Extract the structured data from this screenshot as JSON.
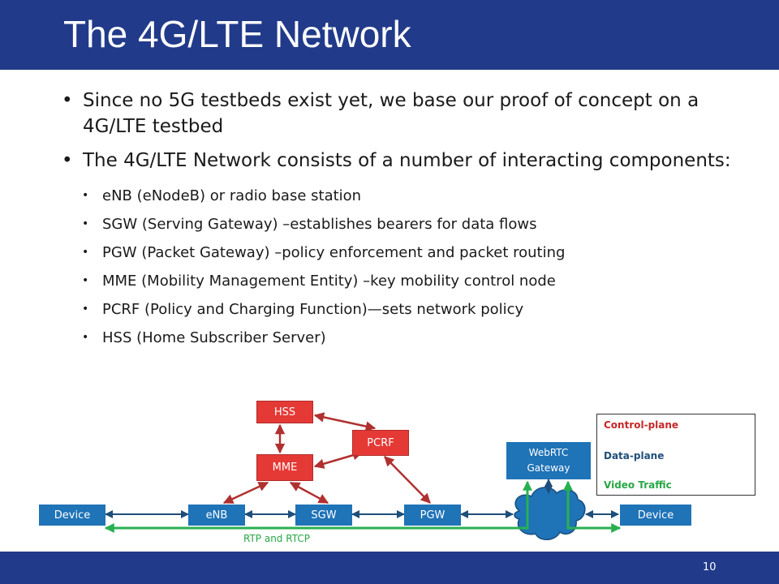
{
  "slide": {
    "title": "The 4G/LTE Network",
    "page_number": "10"
  },
  "bullets": [
    {
      "text": "Since no 5G testbeds exist yet, we base our proof of concept on a 4G/LTE testbed"
    },
    {
      "text": "The 4G/LTE Network consists of a number of interacting components:",
      "sub": [
        "eNB (eNodeB) or radio base station",
        "SGW (Serving Gateway) –establishes bearers for data flows",
        "PGW (Packet Gateway) –policy enforcement and packet routing",
        "MME (Mobility Management Entity) –key mobility control node",
        "PCRF (Policy and Charging Function)—sets network policy",
        "HSS (Home Subscriber Server)"
      ]
    }
  ],
  "diagram": {
    "nodes": {
      "device_left": "Device",
      "enb": "eNB",
      "sgw": "SGW",
      "pgw": "PGW",
      "device_right": "Device",
      "hss": "HSS",
      "pcrf": "PCRF",
      "mme": "MME",
      "webrtc_line1": "WebRTC",
      "webrtc_line2": "Gateway"
    },
    "rtp_label": "RTP and RTCP",
    "legend": [
      {
        "label": "Control-plane",
        "color": "#c62828"
      },
      {
        "label": "Data-plane",
        "color": "#1f4e79"
      },
      {
        "label": "Video Traffic",
        "color": "#28a745"
      }
    ]
  },
  "colors": {
    "bar": "#213a8a",
    "blue_node": "#1f73b7",
    "red_node": "#e53935",
    "control_arrow": "#b03030",
    "data_arrow": "#1f4e79",
    "video_arrow": "#28b050",
    "cloud": "#1f73b7"
  }
}
